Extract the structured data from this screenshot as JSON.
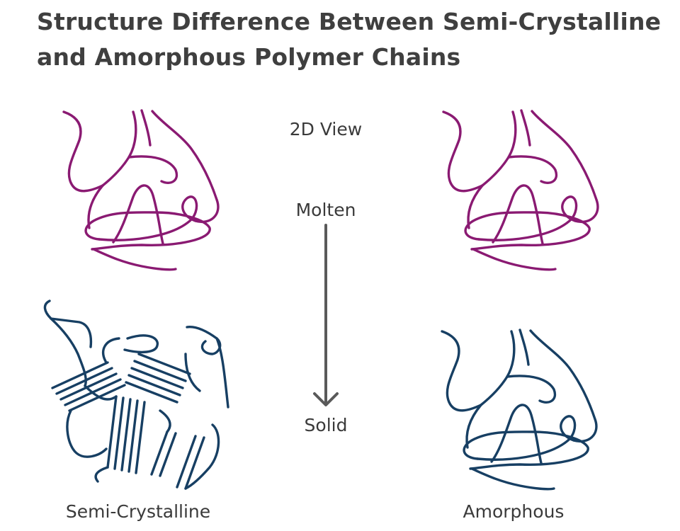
{
  "title": {
    "line1": "Structure Difference Between Semi-Crystalline",
    "line2": "and Amorphous Polymer Chains"
  },
  "center": {
    "view_label": "2D View",
    "top_state": "Molten",
    "bottom_state": "Solid"
  },
  "captions": {
    "left": "Semi-Crystalline",
    "right": "Amorphous"
  },
  "colors": {
    "molten_chain": "#8a1a72",
    "solid_chain": "#173f63",
    "arrow": "#5a5a5a",
    "text": "#3a3a3a"
  },
  "icons": {
    "arrow": "down-arrow-icon"
  }
}
